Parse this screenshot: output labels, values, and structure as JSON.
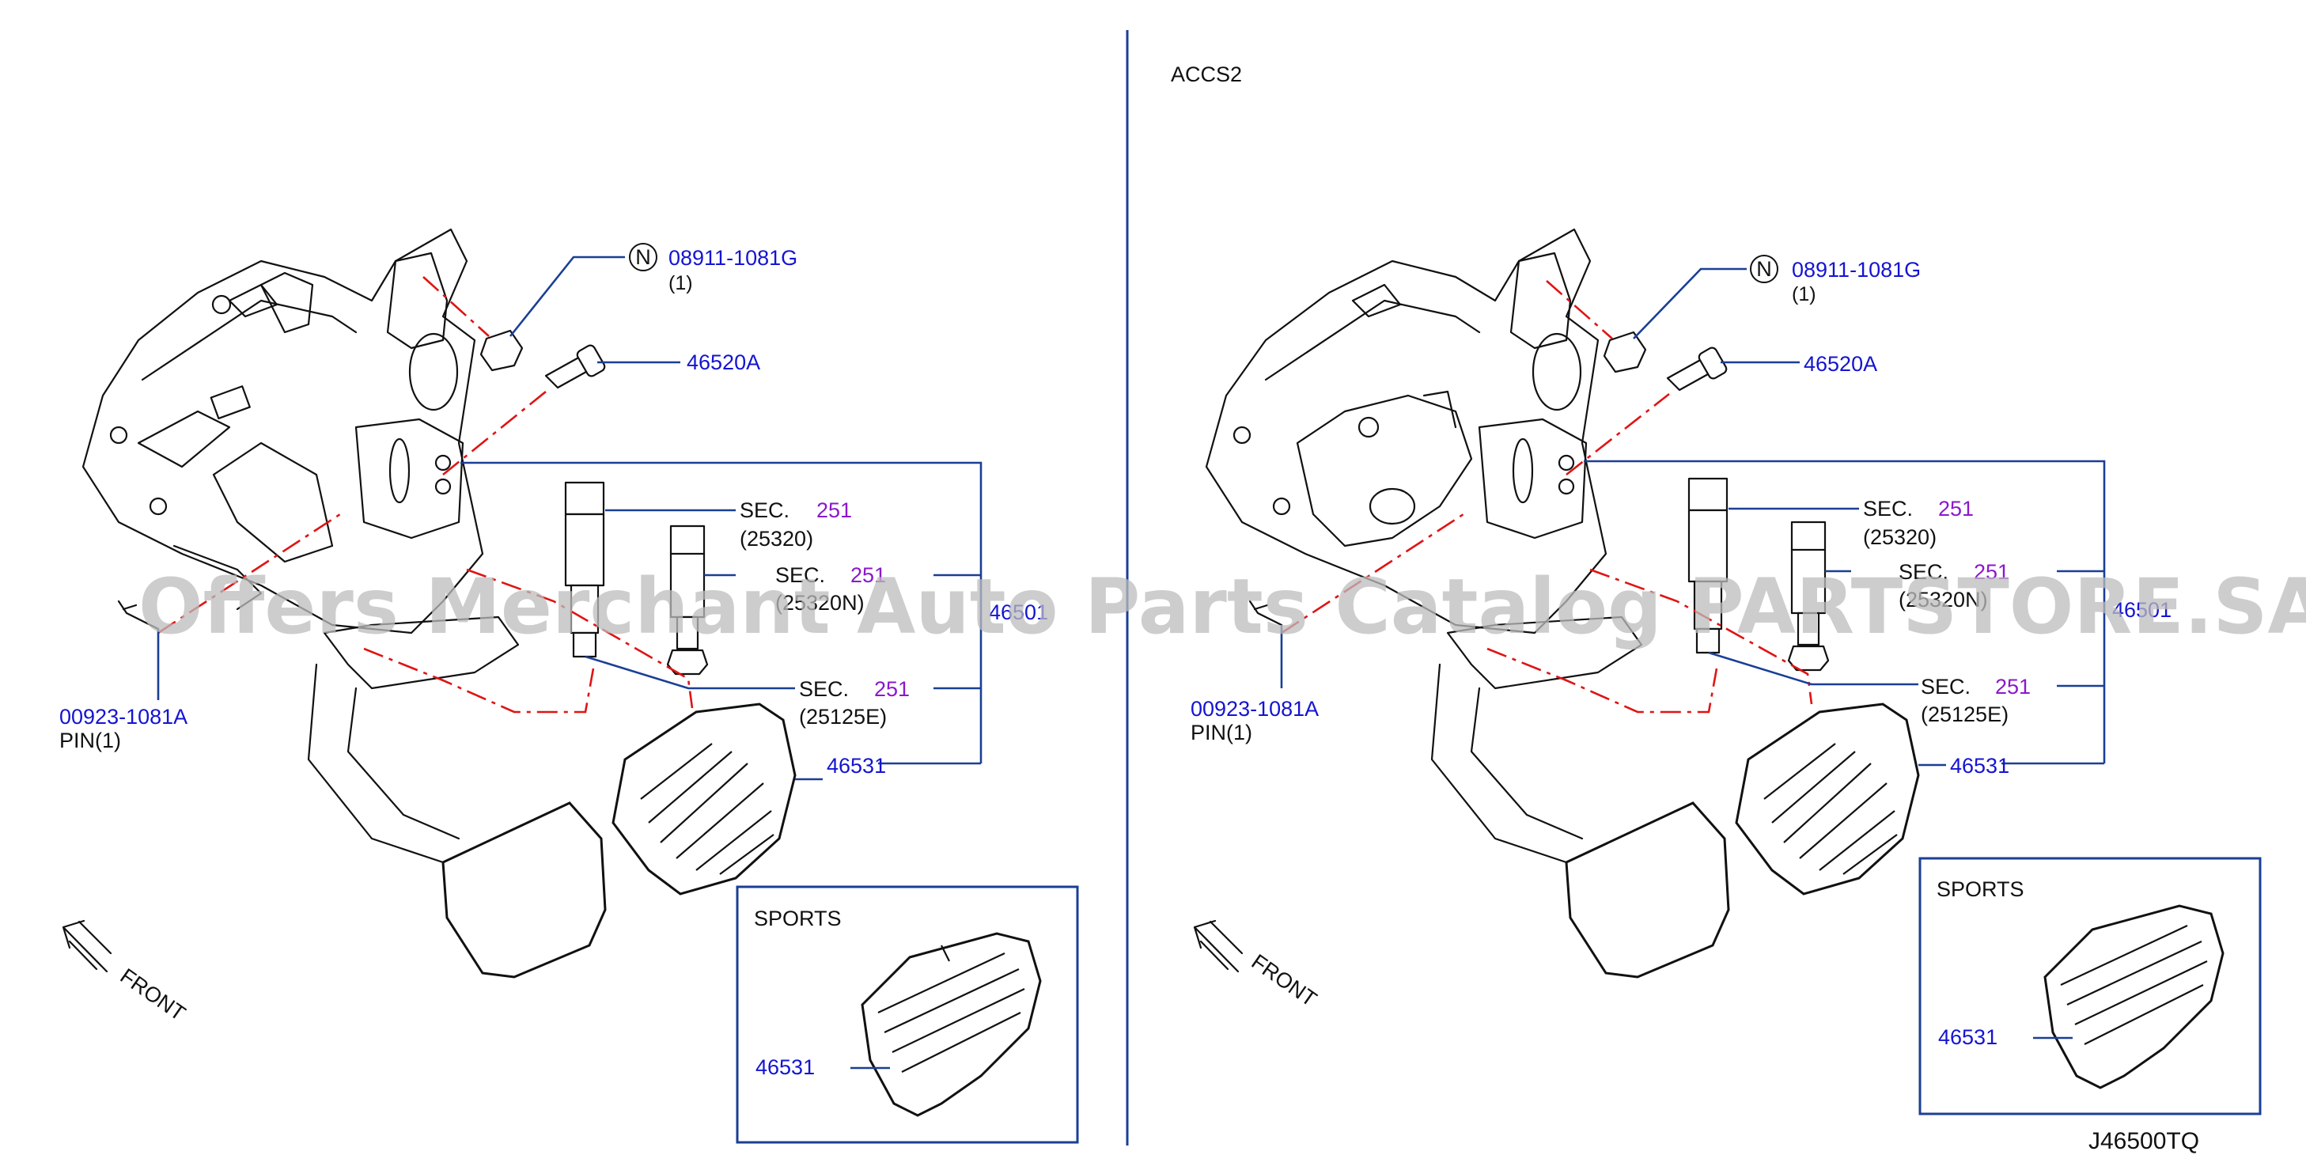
{
  "diagram_code": "J46500TQ",
  "watermark": "Offers Merchant Auto Parts Catalog PARTSTORE.SA",
  "colors": {
    "part_number": "#1414d2",
    "section_number": "#8a18cc",
    "leader": "#1a3f95",
    "centerline": "#e01414",
    "watermark": "#bdbdbd"
  },
  "left_panel": {
    "callouts": {
      "nut": {
        "badge": "N",
        "part": "08911-1081G",
        "qty": "(1)"
      },
      "bolt": {
        "part": "46520A"
      },
      "switch_1": {
        "sec": "SEC.",
        "sec_num": "251",
        "sub": "(25320)"
      },
      "switch_2": {
        "sec": "SEC.",
        "sec_num": "251",
        "sub": "(25320N)"
      },
      "assembly": {
        "part": "46501"
      },
      "stopper": {
        "sec": "SEC.",
        "sec_num": "251",
        "sub": "(25125E)"
      },
      "pad": {
        "part": "46531"
      },
      "pin": {
        "part": "00923-1081A",
        "desc": "PIN(1)"
      }
    },
    "front_label": "FRONT",
    "inset": {
      "title": "SPORTS",
      "part": "46531"
    }
  },
  "right_panel": {
    "variant": "ACCS2",
    "callouts": {
      "nut": {
        "badge": "N",
        "part": "08911-1081G",
        "qty": "(1)"
      },
      "bolt": {
        "part": "46520A"
      },
      "switch_1": {
        "sec": "SEC.",
        "sec_num": "251",
        "sub": "(25320)"
      },
      "switch_2": {
        "sec": "SEC.",
        "sec_num": "251",
        "sub": "(25320N)"
      },
      "assembly": {
        "part": "46501"
      },
      "stopper": {
        "sec": "SEC.",
        "sec_num": "251",
        "sub": "(25125E)"
      },
      "pad": {
        "part": "46531"
      },
      "pin": {
        "part": "00923-1081A",
        "desc": "PIN(1)"
      }
    },
    "front_label": "FRONT",
    "inset": {
      "title": "SPORTS",
      "part": "46531"
    }
  }
}
